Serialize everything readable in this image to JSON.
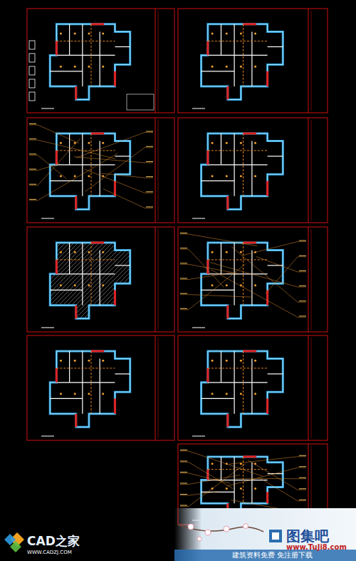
{
  "diagram": {
    "labels": [
      "CAD之家",
      "WWW.CADZJ.COM",
      "图集吧",
      "www.TuJi8.com",
      "建筑资料免费 免注册下载"
    ]
  }
}
